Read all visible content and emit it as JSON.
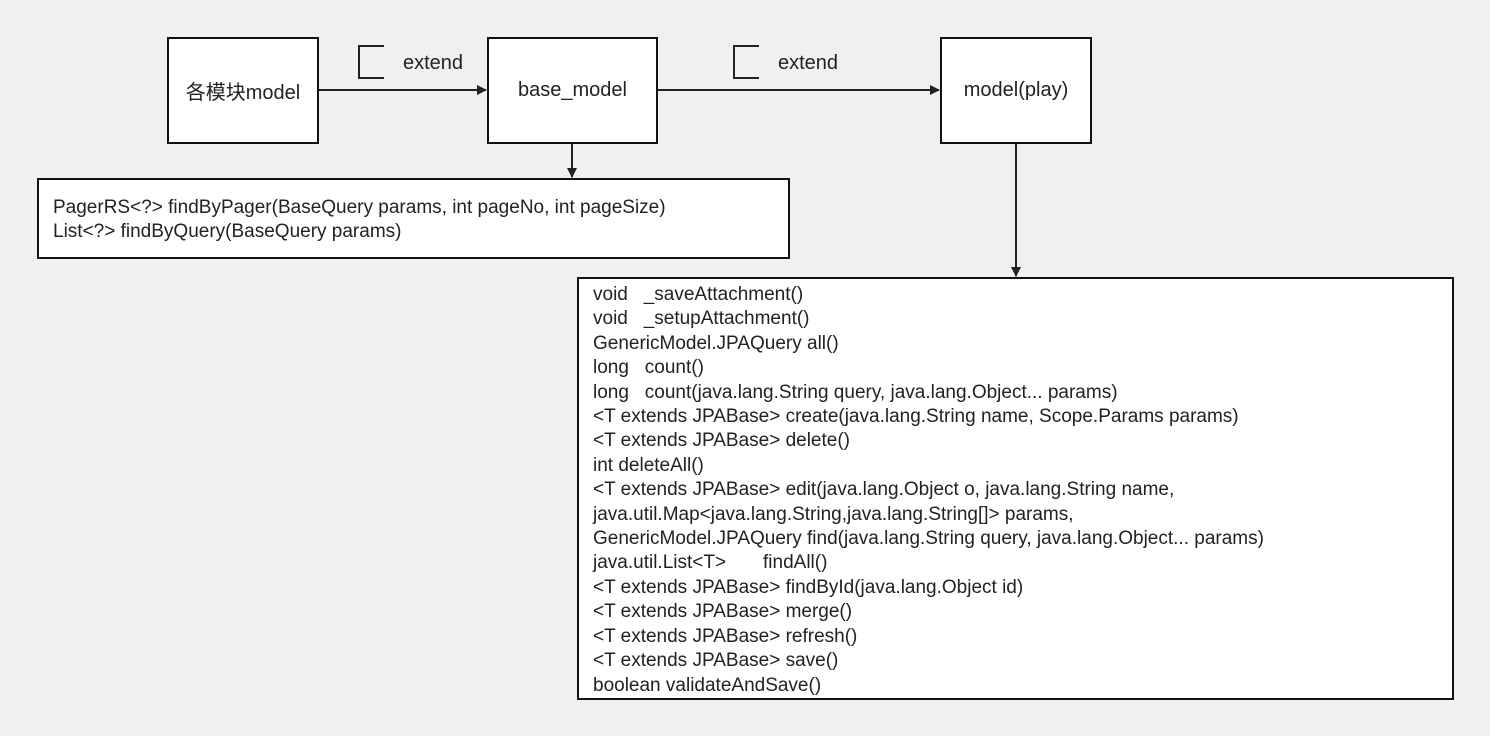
{
  "nodes": {
    "module_model": "各模块model",
    "base_model": "base_model",
    "play_model": "model(play)"
  },
  "edge_labels": {
    "first": "extend",
    "second": "extend"
  },
  "base_model_methods": [
    "PagerRS<?> findByPager(BaseQuery params, int pageNo, int pageSize)",
    "List<?> findByQuery(BaseQuery params)"
  ],
  "play_model_methods": [
    "void   _saveAttachment()",
    "void   _setupAttachment()",
    "GenericModel.JPAQuery all()",
    "long   count()",
    "long   count(java.lang.String query, java.lang.Object... params)",
    "<T extends JPABase> create(java.lang.String name, Scope.Params params)",
    "<T extends JPABase> delete()",
    "int deleteAll()",
    "<T extends JPABase> edit(java.lang.Object o, java.lang.String name,",
    "java.util.Map<java.lang.String,java.lang.String[]> params,",
    "GenericModel.JPAQuery find(java.lang.String query, java.lang.Object... params)",
    "java.util.List<T>       findAll()",
    "<T extends JPABase> findById(java.lang.Object id)",
    "<T extends JPABase> merge()",
    "<T extends JPABase> refresh()",
    "<T extends JPABase> save()",
    "boolean validateAndSave()"
  ]
}
